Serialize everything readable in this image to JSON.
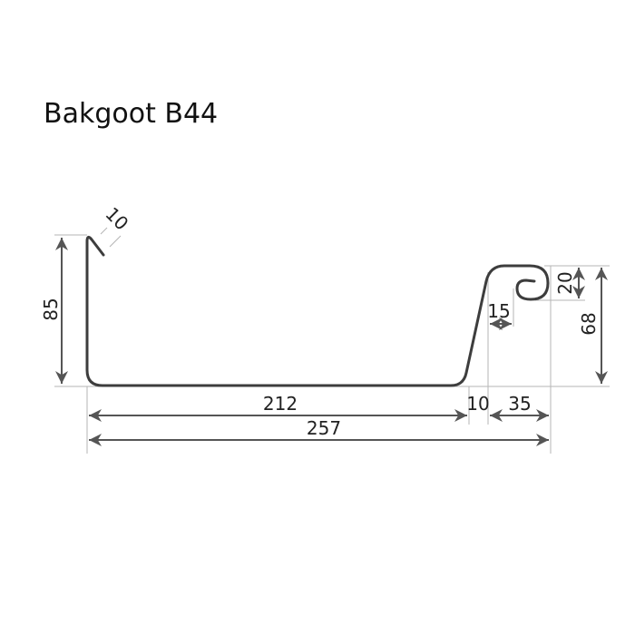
{
  "title": "Bakgoot B44",
  "colors": {
    "profile": "#3d3d3d",
    "dimension": "#555555",
    "extension": "#b5b5b5",
    "text": "#222222"
  },
  "dimensions": {
    "height_left": "85",
    "hem_left": "10",
    "bottom_width": "212",
    "slope_offset": "10",
    "top_right_width": "35",
    "total_width": "257",
    "curl_height": "20",
    "curl_width": "15",
    "height_right": "68"
  }
}
